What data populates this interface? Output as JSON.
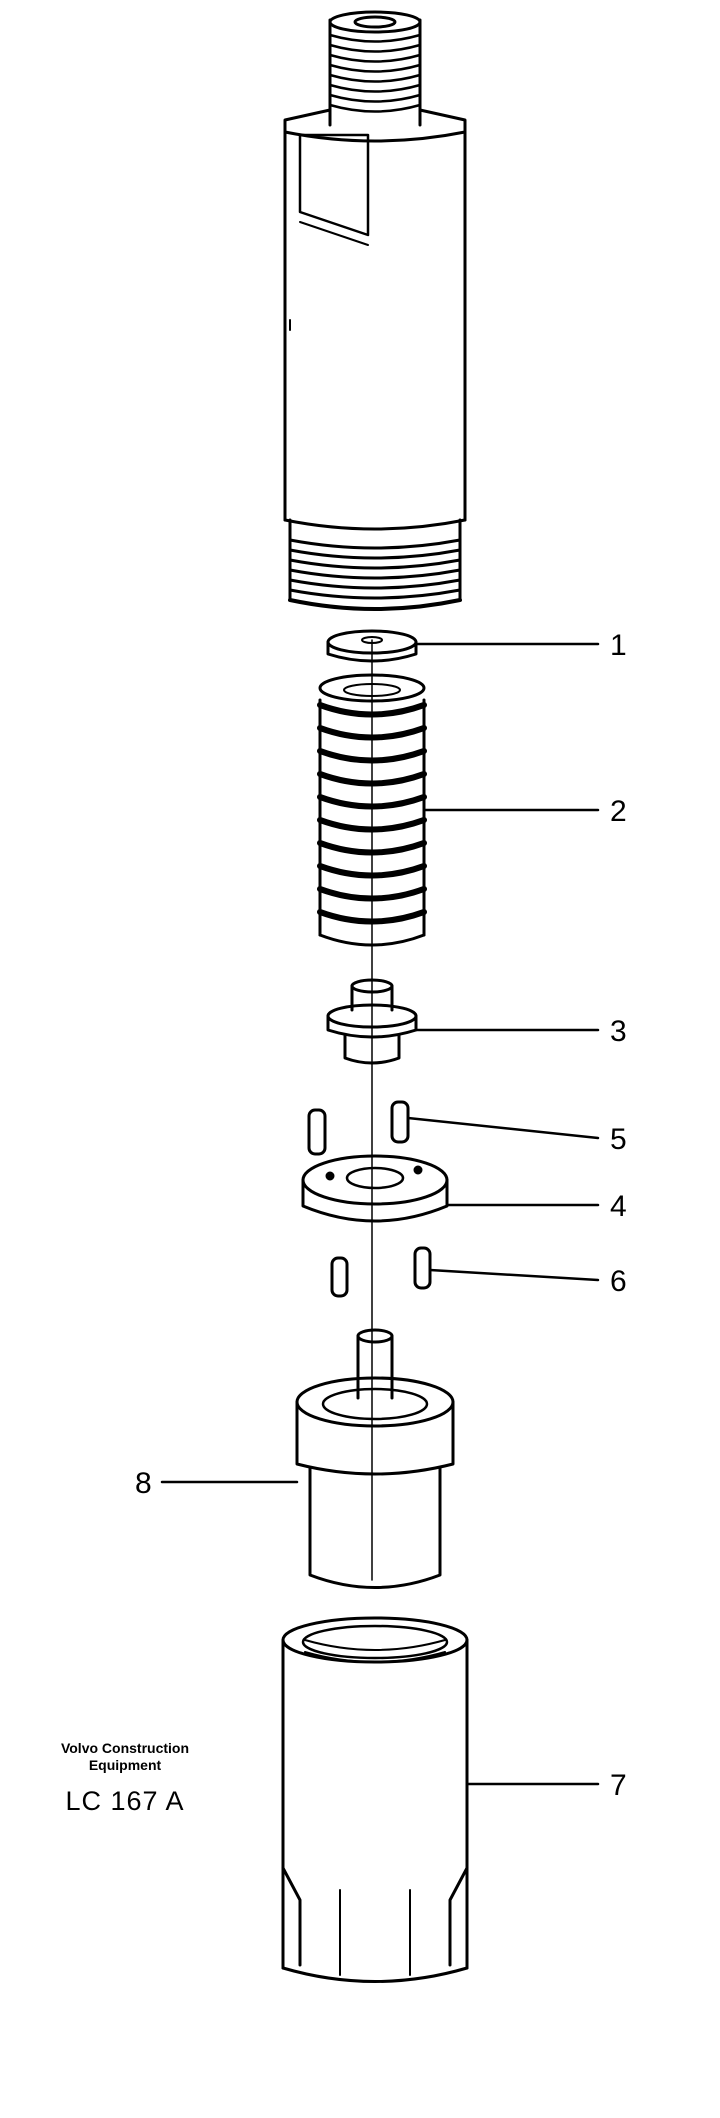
{
  "caption": {
    "maker_line1": "Volvo Construction",
    "maker_line2": "Equipment",
    "code": "LC 167",
    "revision": "A"
  },
  "callouts": [
    "1",
    "2",
    "3",
    "5",
    "4",
    "6",
    "8",
    "7"
  ],
  "colors": {
    "ink": "#000000",
    "paper": "#ffffff"
  }
}
